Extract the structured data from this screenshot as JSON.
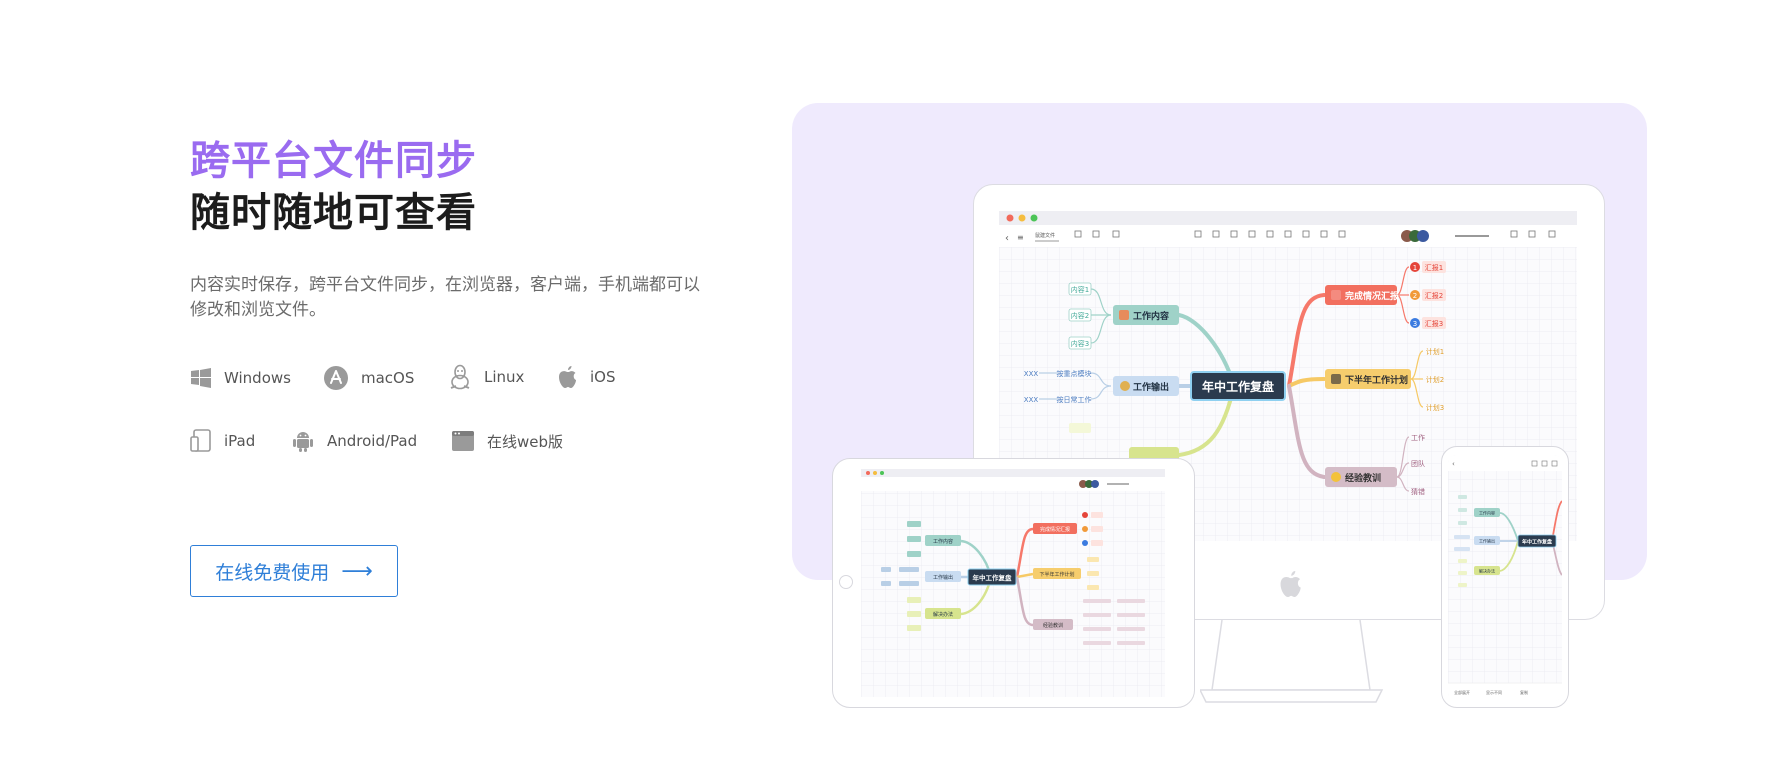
{
  "hero": {
    "title_line1": "跨平台文件同步",
    "title_line2": "随时随地可查看",
    "description": "内容实时保存，跨平台文件同步，在浏览器，客户端，手机端都可以修改和浏览文件。",
    "cta_label": "在线免费使用",
    "cta_arrow": "⟶"
  },
  "platforms": [
    {
      "label": "Windows",
      "icon": "windows-icon"
    },
    {
      "label": "macOS",
      "icon": "appstore-icon"
    },
    {
      "label": "Linux",
      "icon": "linux-icon"
    },
    {
      "label": "iOS",
      "icon": "apple-icon"
    },
    {
      "label": "iPad",
      "icon": "ipad-icon"
    },
    {
      "label": "Android/Pad",
      "icon": "android-icon"
    },
    {
      "label": "在线web版",
      "icon": "browser-icon"
    }
  ],
  "colors": {
    "accent_purple": "#9a6bf0",
    "cta_blue": "#2f7fd8",
    "panel_bg": "#efeafd"
  },
  "mindmap": {
    "app_title": "鼠建文件",
    "center": "年中工作复盘",
    "branches": {
      "work_content": "工作内容",
      "work_output": "工作输出",
      "report": "完成情况汇报",
      "plan": "下半年工作计划",
      "lessons": "经验教训",
      "solve": "解决办法"
    },
    "content_items": [
      "内容1",
      "内容2",
      "内容3"
    ],
    "output_items": [
      "按重点模块",
      "按日常工作"
    ],
    "output_xxx": [
      "XXX",
      "XXX"
    ],
    "report_items": [
      "汇报1",
      "汇报2",
      "汇报3"
    ],
    "plan_items": [
      "计划1",
      "计划2",
      "计划3"
    ],
    "lessons_items": [
      "工作",
      "团队",
      "猜错"
    ],
    "phone_footer": [
      "全部展开",
      "显示不同",
      "复制",
      ""
    ]
  }
}
